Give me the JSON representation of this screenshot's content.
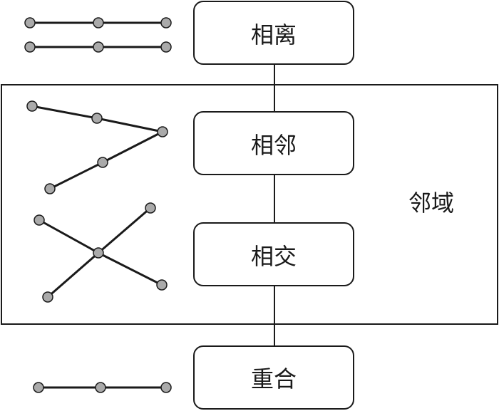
{
  "diagram": {
    "relations": [
      {
        "id": "disjoint",
        "label": "相离"
      },
      {
        "id": "adjacent",
        "label": "相邻"
      },
      {
        "id": "intersect",
        "label": "相交"
      },
      {
        "id": "overlap",
        "label": "重合"
      }
    ],
    "group_label": "邻域",
    "colors": {
      "stroke": "#1a1a1a",
      "node_fill": "#aaaaaa",
      "background": "#ffffff"
    }
  }
}
